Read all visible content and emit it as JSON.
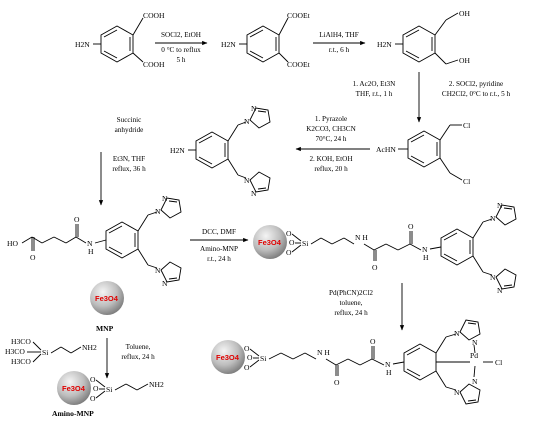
{
  "colors": {
    "fe_label": "#e00000",
    "sphere_light": "#f2f2f2",
    "sphere_dark": "#8c8c8c"
  },
  "atoms": {
    "cooh": "COOH",
    "cooet": "COOEt",
    "h2n": "H2N",
    "nh2": "NH2",
    "oh": "OH",
    "cl": "Cl",
    "achn": "AcHN",
    "n": "N",
    "hn": "HN",
    "nh": "NH",
    "h": "H",
    "o": "O",
    "ho": "HO",
    "si": "Si",
    "pd": "Pd",
    "fe3o4": "Fe3O4",
    "h3co": "H3CO",
    "n_h": "N H"
  },
  "step1": {
    "line1": "SOCl2, EtOH",
    "line2": "0 °C to reflux",
    "line3": "5 h"
  },
  "step2": {
    "line1": "LiAlH4, THF",
    "line2": "r.t., 6 h"
  },
  "step3a": {
    "line1": "1. Ac2O, Et3N",
    "line2": "THF, r.t., 1 h"
  },
  "step3b": {
    "line1": "2. SOCl2, pyridine",
    "line2": "CH2Cl2, 0°C to r.t., 5 h"
  },
  "step4": {
    "line1": "1. Pyrazole",
    "line2": "K2CO3, CH3CN",
    "line3": "70°C, 24 h",
    "line4": "2. KOH, EtOH",
    "line5": "reflux, 20 h"
  },
  "step5": {
    "line1": "Succinic",
    "line2": "anhydride",
    "line3": "Et3N, THF",
    "line4": "reflux, 36 h"
  },
  "step6": {
    "line1": "DCC, DMF",
    "line2": "Amino-MNP",
    "line3": "r.t., 24 h"
  },
  "step7": {
    "line1": "Pd(PhCN)2Cl2",
    "line2": "toluene,",
    "line3": "reflux, 24 h"
  },
  "step8": {
    "line1": "Toluene,",
    "line2": "reflux, 24 h"
  },
  "labels": {
    "mnp": "MNP",
    "amino_mnp": "Amino-MNP"
  }
}
